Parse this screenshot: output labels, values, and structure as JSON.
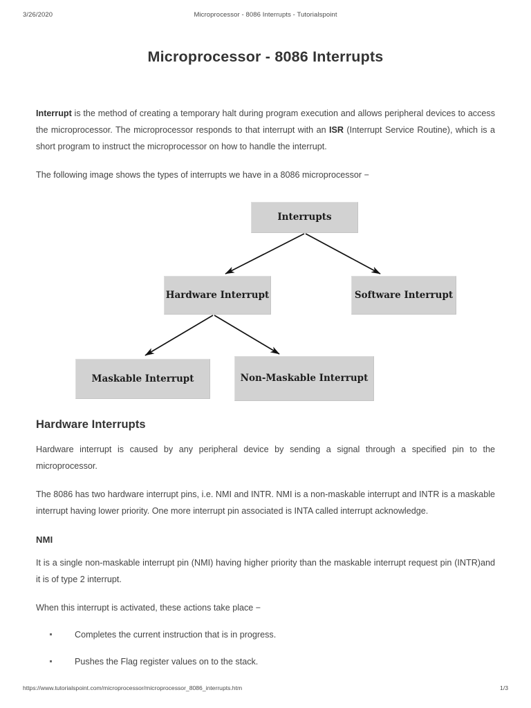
{
  "header": {
    "date": "3/26/2020",
    "title": "Microprocessor - 8086 Interrupts - Tutorialspoint"
  },
  "document": {
    "title": "Microprocessor - 8086 Interrupts"
  },
  "intro": {
    "paragraph1_bold_lead": "Interrupt",
    "paragraph1_part1": " is the method of creating a temporary halt during program execution and allows peripheral devices to access the microprocessor. The microprocessor responds to that interrupt with an ",
    "paragraph1_bold_mid": "ISR",
    "paragraph1_part2": " (Interrupt Service Routine), which is a short program to instruct the microprocessor on how to handle the interrupt.",
    "paragraph2": "The following image shows the types of interrupts we have in a 8086 microprocessor −"
  },
  "diagram": {
    "type": "tree",
    "nodes": {
      "root": "Interrupts",
      "hardware": "Hardware Interrupt",
      "software": "Software Interrupt",
      "maskable": "Maskable Interrupt",
      "non_maskable": "Non-Maskable Interrupt"
    },
    "edges": [
      {
        "from": "Interrupts",
        "to": "Hardware Interrupt"
      },
      {
        "from": "Interrupts",
        "to": "Software Interrupt"
      },
      {
        "from": "Hardware Interrupt",
        "to": "Maskable Interrupt"
      },
      {
        "from": "Hardware Interrupt",
        "to": "Non-Maskable Interrupt"
      }
    ],
    "node_fill_color": "#d2d2d2",
    "edge_color": "#111111"
  },
  "sections": {
    "hardware_interrupts": {
      "heading": "Hardware Interrupts",
      "paragraph1": "Hardware interrupt is caused by any peripheral device by sending a signal through a specified pin to the microprocessor.",
      "paragraph2": "The 8086 has two hardware interrupt pins, i.e. NMI and INTR. NMI is a non-maskable interrupt and INTR is a maskable interrupt having lower priority. One more interrupt pin associated is INTA called interrupt acknowledge."
    },
    "nmi": {
      "heading": "NMI",
      "paragraph1": "It is a single non-maskable interrupt pin (NMI) having higher priority than the maskable interrupt request pin (INTR)and it is of type 2 interrupt.",
      "paragraph2": "When this interrupt is activated, these actions take place −",
      "bullets": [
        "Completes the current instruction that is in progress.",
        "Pushes the Flag register values on to the stack."
      ]
    }
  },
  "footer": {
    "url": "https://www.tutorialspoint.com/microprocessor/microprocessor_8086_interrupts.htm",
    "page_number": "1/3"
  }
}
